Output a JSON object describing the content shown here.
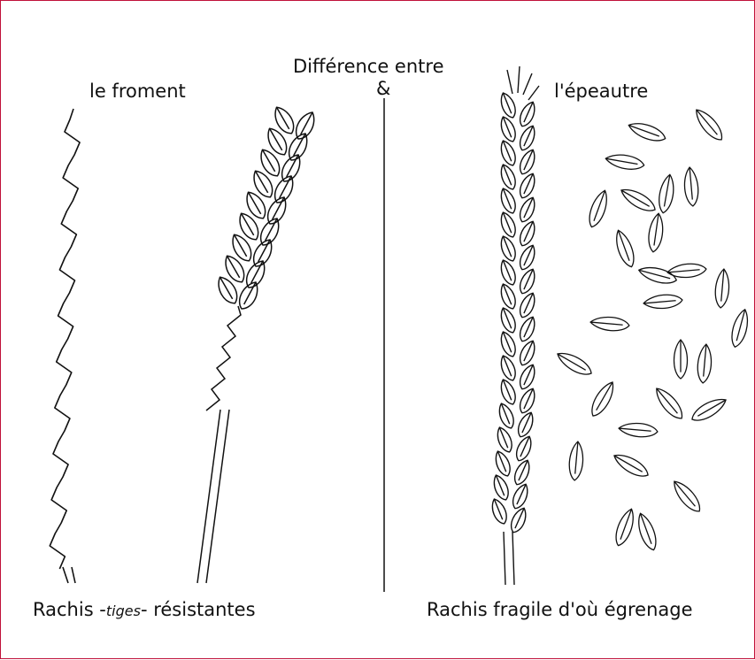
{
  "title_line1": "Différence entre",
  "title_ampersand": "&",
  "left_heading": "le froment",
  "right_heading": "l'épeautre",
  "left_caption": {
    "prefix": "Rachis -",
    "italic": "tiges",
    "suffix": "- résistantes"
  },
  "right_caption": "Rachis fragile d'où égrenage",
  "colors": {
    "border": "#c0103a",
    "ink": "#111111",
    "background": "#ffffff"
  },
  "illustrations": [
    "wheat-bare-rachis-icon",
    "wheat-ear-icon",
    "spelt-ear-icon",
    "loose-spelt-spikelets-icon"
  ]
}
